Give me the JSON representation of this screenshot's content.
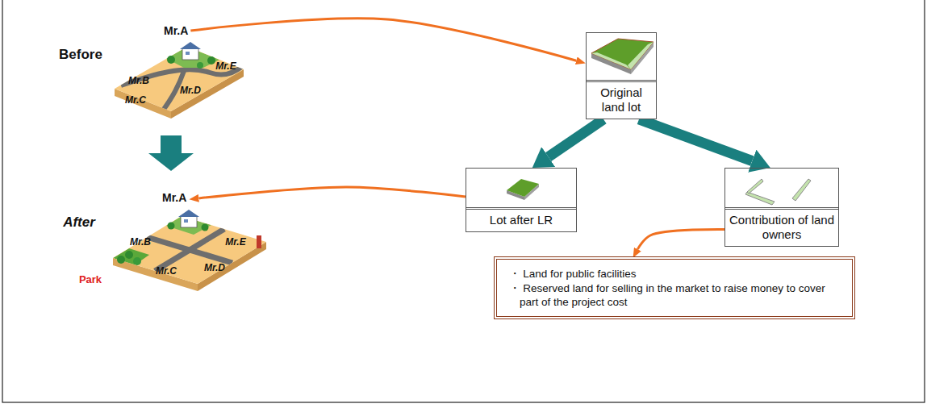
{
  "diagram": {
    "nodes": [
      {
        "text": [
          "Mr.A"
        ]
      },
      {
        "text": [
          "Original land lot"
        ]
      },
      {
        "text": [
          "Lot after LR"
        ]
      },
      {
        "text": [
          "Contribution of land owners"
        ]
      },
      {
        "text": [
          "Mr.A"
        ]
      },
      {
        "text": [
          "・ Land for public facilities",
          "・ Reserved land for selling in the market to raise money to cover part of the project cost"
        ]
      }
    ],
    "edges": [
      {
        "from": 0,
        "to": 1,
        "arrow": "to"
      },
      {
        "from": 1,
        "to": 2,
        "arrow": "to"
      },
      {
        "from": 1,
        "to": 3,
        "arrow": "to"
      },
      {
        "from": 2,
        "to": 4,
        "arrow": "to"
      },
      {
        "from": 3,
        "to": 5,
        "arrow": "to"
      }
    ],
    "labels": [
      "Before",
      "Mr.B",
      "Mr.E",
      "Mr.C",
      "Mr.D",
      "After",
      "Mr.B",
      "Mr.E",
      "Mr.C",
      "Mr.D",
      "Park"
    ]
  }
}
